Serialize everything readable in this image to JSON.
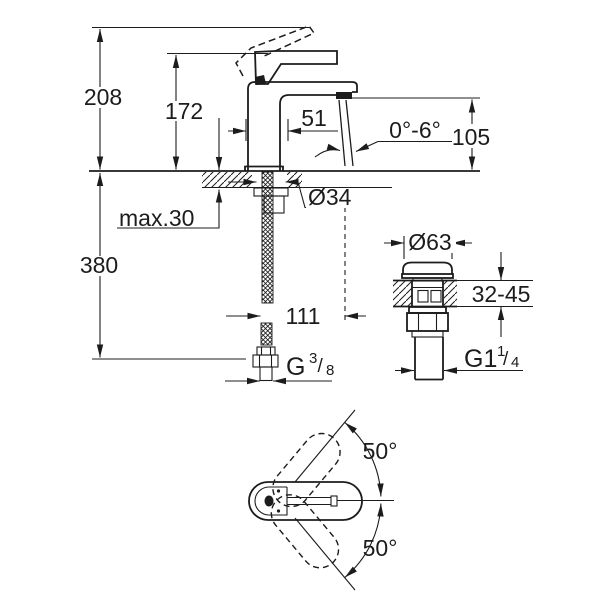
{
  "drawing": {
    "title": "faucet-installation-dimension-drawing",
    "labels": {
      "total_height": "208",
      "lever_height": "172",
      "spout_reach": "51",
      "stream_angle": "0°-6°",
      "outlet_height": "105",
      "max_deck_thickness": "max.30",
      "mounting_hole_diameter": "Ø34",
      "hose_drop": "380",
      "outlet_offset": "111",
      "waste_cap_diameter": "Ø63",
      "waste_deck_range": "32-45",
      "swivel_angle_up": "50°",
      "swivel_angle_down": "50°"
    },
    "threads": {
      "supply": {
        "base": "G",
        "num": "3",
        "slash": "/",
        "den": "8"
      },
      "waste": {
        "base": "G1",
        "num": "1",
        "slash": "/",
        "den": "4"
      }
    },
    "colors": {
      "ink": "#1c1c1c",
      "paper": "#ffffff"
    }
  }
}
